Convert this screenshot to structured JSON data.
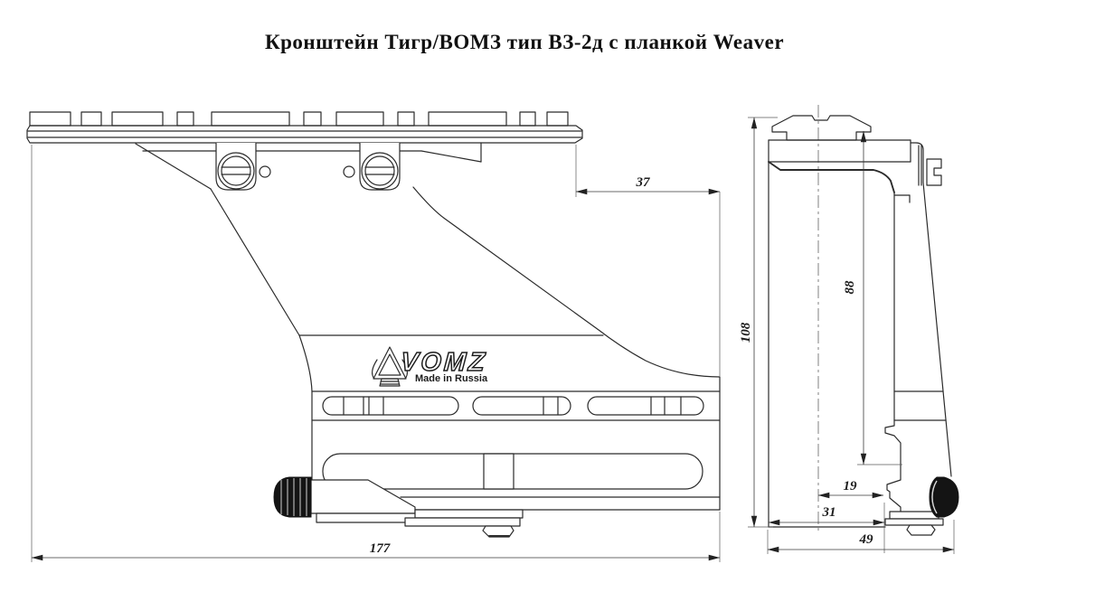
{
  "title": "Кронштейн Тигр/ВОМЗ тип ВЗ-2д с планкой Weaver",
  "logo": {
    "brand": "VOMZ",
    "origin": "Made in Russia"
  },
  "dimensions": {
    "side_view": {
      "overall_length": "177",
      "rail_overhang": "37"
    },
    "end_view": {
      "overall_height": "108",
      "body_height": "88",
      "claw_offset": "19",
      "base_width": "31",
      "overall_width": "49"
    }
  }
}
